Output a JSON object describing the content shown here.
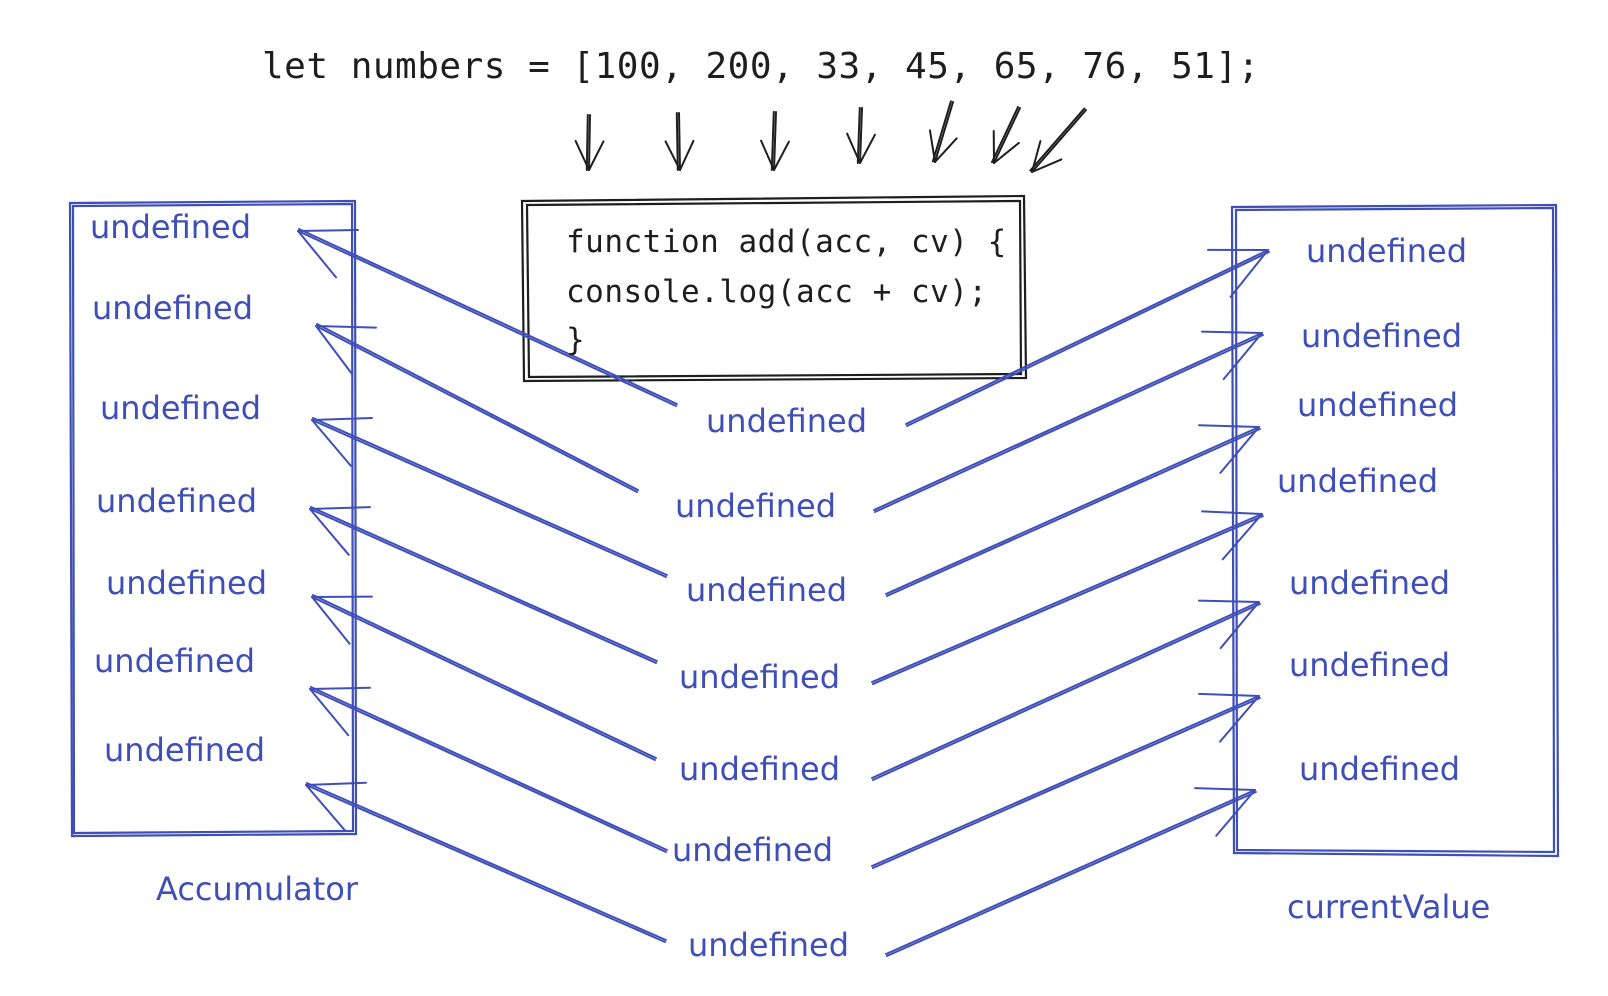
{
  "code": {
    "array_line": "let numbers = [100, 200, 33, 45, 65, 76, 51];",
    "function_lines": [
      "function add(acc, cv) {",
      "console.log(acc + cv);",
      "}"
    ]
  },
  "accumulator": {
    "caption": "Accumulator",
    "values": [
      "undefined",
      "undefined",
      "undefined",
      "undefined",
      "undefined",
      "undefined",
      "undefined"
    ]
  },
  "results": {
    "values": [
      "undefined",
      "undefined",
      "undefined",
      "undefined",
      "undefined",
      "undefined",
      "undefined"
    ]
  },
  "current_value": {
    "caption": "currentValue",
    "values": [
      "undefined",
      "undefined",
      "undefined",
      "undefined",
      "undefined",
      "undefined",
      "undefined"
    ]
  },
  "colors": {
    "ink": "#1e1e1e",
    "blue": "#3f4fb8"
  }
}
